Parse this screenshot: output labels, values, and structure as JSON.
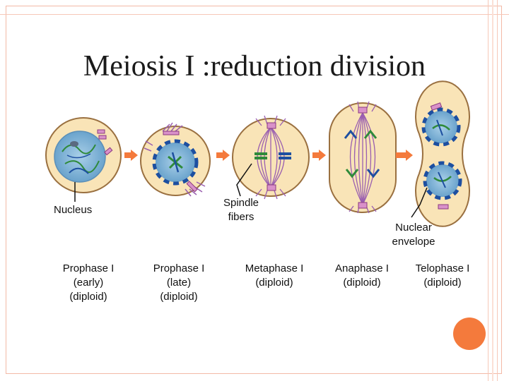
{
  "title": "Meiosis I :reduction division",
  "labels": {
    "nucleus": "Nucleus",
    "spindle_line1": "Spindle",
    "spindle_line2": "fibers",
    "envelope_line1": "Nuclear",
    "envelope_line2": "envelope"
  },
  "stages": [
    {
      "line1": "Prophase I",
      "line2": "(early)",
      "line3": "(diploid)"
    },
    {
      "line1": "Prophase I",
      "line2": "(late)",
      "line3": "(diploid)"
    },
    {
      "line1": "Metaphase I",
      "line2": "(diploid)",
      "line3": ""
    },
    {
      "line1": "Anaphase I",
      "line2": "(diploid)",
      "line3": ""
    },
    {
      "line1": "Telophase I",
      "line2": "(diploid)",
      "line3": ""
    }
  ],
  "colors": {
    "cell_fill": "#f9e4b7",
    "cell_stroke": "#9a7040",
    "nucleus_fill": "#7fb2d6",
    "envelope_dash": "#1d4fa0",
    "spindle": "#9a5fb0",
    "chromosome_green": "#2f8a3a",
    "arrow": "#f47a3c"
  }
}
